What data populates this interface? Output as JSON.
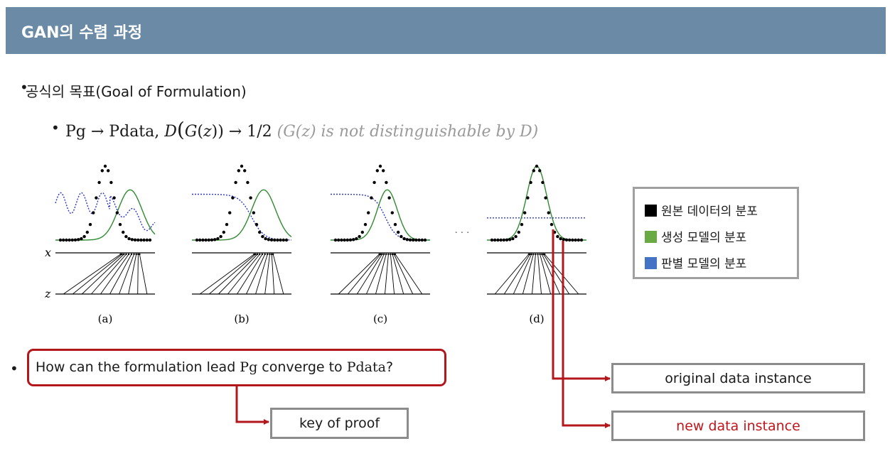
{
  "header": {
    "title": "GAN의 수렴 과정"
  },
  "bullets": {
    "goal": "공식의 목표(Goal of Formulation)",
    "formula": {
      "part1": "Pg → Pdata, ",
      "part2": "D",
      "part3": "(",
      "part4": "G",
      "part5": "(",
      "part6": "z",
      "part7": ")) → 1/2 ",
      "note": "(G(z) is not distinguishable by D)"
    },
    "question": {
      "part1": "How can the formulation lead ",
      "part2": "Pg",
      "part3": " converge to ",
      "part4": "Pdata",
      "part5": "?"
    }
  },
  "figure": {
    "panels": [
      {
        "label": "(a)",
        "stage": "early"
      },
      {
        "label": "(b)",
        "stage": "discriminator-trained"
      },
      {
        "label": "(c)",
        "stage": "generator-updated"
      },
      {
        "label": "(d)",
        "stage": "converged"
      }
    ],
    "ellipsis": "· · ·",
    "axis_x": "x",
    "axis_z": "z"
  },
  "legend": {
    "items": [
      {
        "label": "원본 데이터의 분포",
        "color": "#000000"
      },
      {
        "label": "생성 모델의 분포",
        "color": "#6aaa44"
      },
      {
        "label": "판별 모델의 분포",
        "color": "#4472c4"
      }
    ]
  },
  "callouts": {
    "proof": "key of proof",
    "original": "original data instance",
    "new": "new data instance"
  },
  "colors": {
    "header": "#6a8aa5",
    "accent_red": "#b3171c",
    "generator_green": "#2e8b2e",
    "discriminator_blue": "#2a35d0"
  }
}
